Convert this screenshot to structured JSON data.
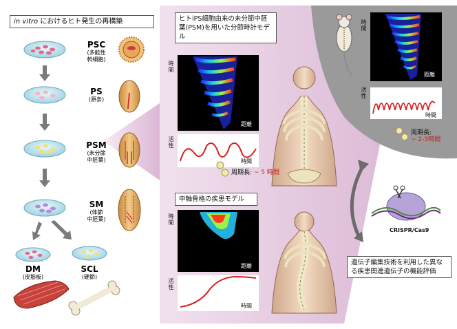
{
  "left": {
    "title_italic": "in vitro",
    "title_rest": " におけるヒト発生の再構築",
    "stages": [
      {
        "name": "PSC",
        "sub1": "(多能性",
        "sub2": "幹細胞)"
      },
      {
        "name": "PS",
        "sub1": "(原条)",
        "sub2": ""
      },
      {
        "name": "PSM",
        "sub1": "(未分節",
        "sub2": "中胚葉)"
      },
      {
        "name": "SM",
        "sub1": "(体節",
        "sub2": "中胚葉)"
      },
      {
        "name": "DM",
        "sub1": "(皮筋板)",
        "sub2": ""
      },
      {
        "name": "SCL",
        "sub1": "(硬節)",
        "sub2": ""
      }
    ]
  },
  "center": {
    "model1_title": "ヒトiPS細胞由来の未分節中胚葉(PSM)を用いた分節時計モデル",
    "model2_title": "中軸骨格の疾患モデル",
    "axis_time": "時間",
    "axis_activity": "活性",
    "axis_distance": "距離",
    "period_label": "周期長: ",
    "period_value": "~ 5 時間"
  },
  "right": {
    "axis_time": "時間",
    "axis_activity": "活性",
    "axis_distance": "距離",
    "period_label": "周期長:",
    "period_value": "~ 2-3時間",
    "crispr_label": "CRISPR/Cas9",
    "gene_edit_text": "遺伝子編集技術を利用した異なる疾患関連遺伝子の機能評価"
  }
}
